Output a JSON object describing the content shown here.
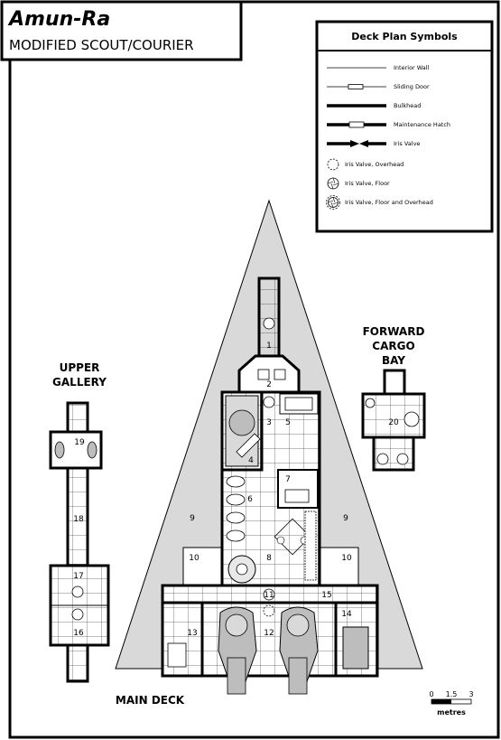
{
  "title": "Amun-Ra",
  "subtitle": "MODIFIED SCOUT/COURIER",
  "legend": {
    "heading": "Deck Plan Symbols",
    "items": [
      {
        "label": "Interior Wall",
        "symbol": "interior-wall"
      },
      {
        "label": "Sliding Door",
        "symbol": "sliding-door"
      },
      {
        "label": "Bulkhead",
        "symbol": "bulkhead"
      },
      {
        "label": "Maintenance Hatch",
        "symbol": "maintenance-hatch"
      },
      {
        "label": "Iris Valve",
        "symbol": "iris-valve"
      },
      {
        "label": "Iris Valve, Overhead",
        "symbol": "iris-valve-overhead"
      },
      {
        "label": "Iris Valve, Floor",
        "symbol": "iris-valve-floor"
      },
      {
        "label": "Iris Valve, Floor and Overhead",
        "symbol": "iris-valve-floor-overhead"
      }
    ]
  },
  "sections": {
    "upper_gallery": [
      "UPPER",
      "GALLERY"
    ],
    "forward_cargo_bay": [
      "FORWARD",
      "CARGO",
      "BAY"
    ],
    "main_deck": "MAIN DECK"
  },
  "rooms": {
    "r1": "1",
    "r2": "2",
    "r3": "3",
    "r4": "4",
    "r5": "5",
    "r6": "6",
    "r7": "7",
    "r8": "8",
    "r9a": "9",
    "r9b": "9",
    "r10a": "10",
    "r10b": "10",
    "r11": "11",
    "r12": "12",
    "r13": "13",
    "r14": "14",
    "r15": "15",
    "r16": "16",
    "r17": "17",
    "r18": "18",
    "r19": "19",
    "r20": "20"
  },
  "scale": {
    "ticks": [
      "0",
      "1.5",
      "3"
    ],
    "unit": "metres"
  },
  "colors": {
    "hull": "#d9d9d9",
    "ink": "#000000",
    "equipment": "#bdbdbd"
  }
}
